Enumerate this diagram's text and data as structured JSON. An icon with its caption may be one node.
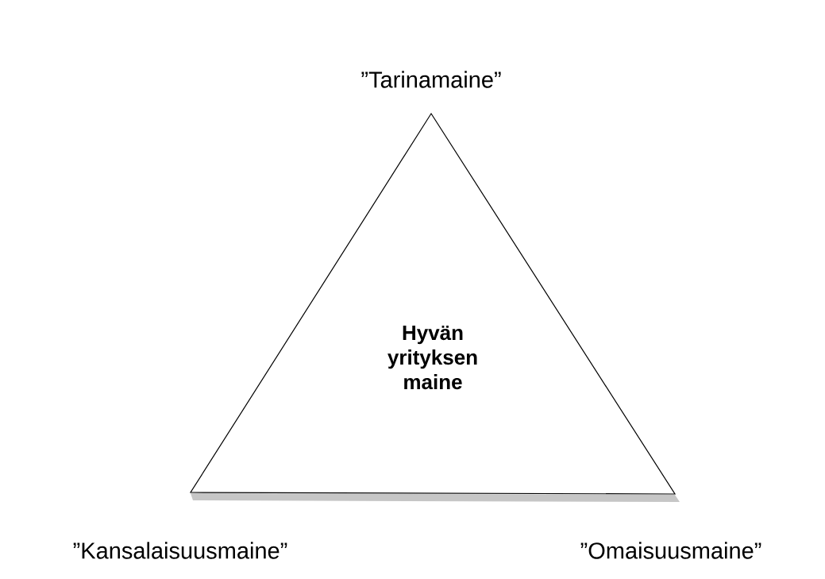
{
  "diagram": {
    "nodes": [
      {
        "text": [
          "Hyvän yrityksen maine"
        ]
      }
    ],
    "labels": [
      "”Tarinamaine”",
      "”Kansalaisuusmaine”",
      "”Omaisuusmaine”"
    ]
  }
}
